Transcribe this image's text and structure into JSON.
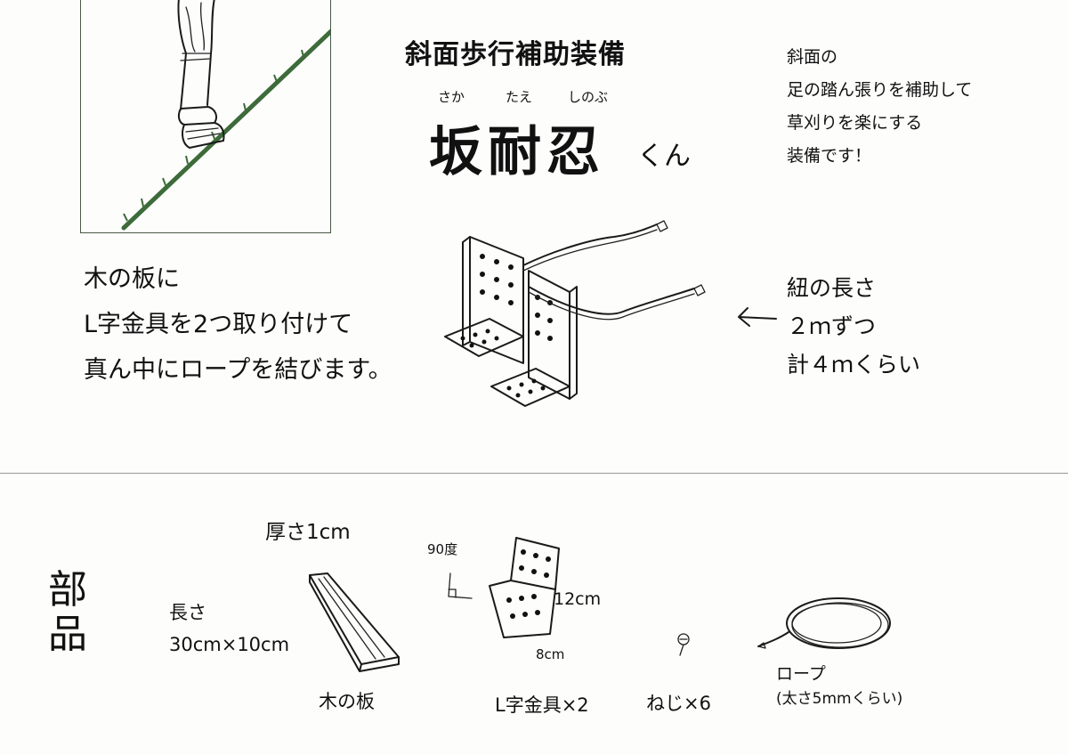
{
  "header": {
    "subtitle": "斜面歩行補助装備",
    "ruby": [
      "さか",
      "たえ",
      "しのぶ"
    ],
    "title_kanji": "坂耐忍",
    "title_suffix": "くん"
  },
  "intro": {
    "lines": [
      "斜面の",
      "足の踏ん張りを補助して",
      "草刈りを楽にする",
      "装備です！"
    ]
  },
  "instructions": {
    "lines": [
      "木の板に",
      "L字金具を2つ取り付けて",
      "真ん中にロープを結びます。"
    ]
  },
  "rope_note": {
    "lines": [
      "紐の長さ",
      "２ｍずつ",
      "計４ｍくらい"
    ]
  },
  "parts": {
    "heading_chars": [
      "部",
      "品"
    ],
    "board": {
      "thickness": "厚さ1cm",
      "length_label": "長さ",
      "size": "30cm×10cm",
      "caption": "木の板"
    },
    "bracket": {
      "angle": "90度",
      "height": "12cm",
      "width": "8cm",
      "caption": "L字金具×2"
    },
    "screw": {
      "caption": "ねじ×6"
    },
    "rope": {
      "caption": "ロープ",
      "note": "(太さ5mmくらい)"
    }
  },
  "colors": {
    "grass": "#3d6b3a",
    "divider": "#9a9a9a",
    "frame": "#4a5a4a",
    "ink": "#111111"
  }
}
